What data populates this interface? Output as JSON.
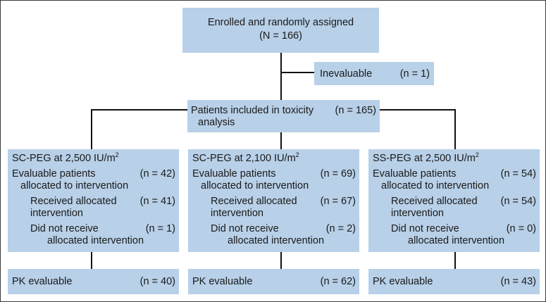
{
  "enrolled": {
    "line1": "Enrolled and randomly assigned",
    "line2": "(N = 166)"
  },
  "inevaluable": {
    "label": "Inevaluable",
    "count": "(n = 1)"
  },
  "toxicity": {
    "line1": "Patients included in toxicity",
    "line2": "analysis",
    "count": "(n = 165)"
  },
  "arms": [
    {
      "title": "SC-PEG at 2,500 IU/m",
      "title_sup": "2",
      "eval_line1": "Evaluable patients",
      "eval_line2": "allocated to intervention",
      "eval_count": "(n = 42)",
      "recv_line1": "Received allocated",
      "recv_line2": "intervention",
      "recv_count": "(n = 41)",
      "notrecv_line1": "Did not receive",
      "notrecv_line2": "allocated intervention",
      "notrecv_count": "(n = 1)",
      "pk_label": "PK evaluable",
      "pk_count": "(n = 40)"
    },
    {
      "title": "SC-PEG at 2,100 IU/m",
      "title_sup": "2",
      "eval_line1": "Evaluable patients",
      "eval_line2": "allocated to intervention",
      "eval_count": "(n = 69)",
      "recv_line1": "Received allocated",
      "recv_line2": "intervention",
      "recv_count": "(n = 67)",
      "notrecv_line1": "Did not receive",
      "notrecv_line2": "allocated intervention",
      "notrecv_count": "(n = 2)",
      "pk_label": "PK evaluable",
      "pk_count": "(n = 62)"
    },
    {
      "title": "SS-PEG at 2,500 IU/m",
      "title_sup": "2",
      "eval_line1": "Evaluable patients",
      "eval_line2": "allocated to intervention",
      "eval_count": "(n = 54)",
      "recv_line1": "Received allocated",
      "recv_line2": "intervention",
      "recv_count": "(n = 54)",
      "notrecv_line1": "Did not receive",
      "notrecv_line2": "allocated intervention",
      "notrecv_count": "(n = 0)",
      "pk_label": "PK evaluable",
      "pk_count": "(n = 43)"
    }
  ]
}
